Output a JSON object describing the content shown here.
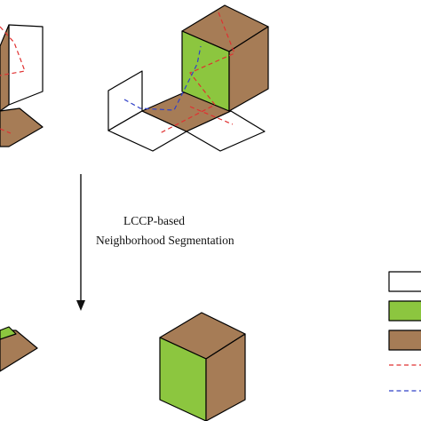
{
  "annotation": {
    "line1": "LCCP-based",
    "line2": "Neighborhood Segmentation"
  },
  "colors": {
    "planar": "#ffffff",
    "convex": "#8cc63f",
    "brown": "#a67c56",
    "red_dashed": "#e03030",
    "blue_dashed": "#3040c8",
    "edge": "#000000"
  },
  "legend": {
    "items": [
      {
        "kind": "swatch",
        "color": "#ffffff"
      },
      {
        "kind": "swatch",
        "color": "#8cc63f"
      },
      {
        "kind": "swatch",
        "color": "#a67c56"
      },
      {
        "kind": "dashed-line",
        "color": "#e03030"
      },
      {
        "kind": "dashed-line",
        "color": "#3040c8"
      }
    ]
  }
}
